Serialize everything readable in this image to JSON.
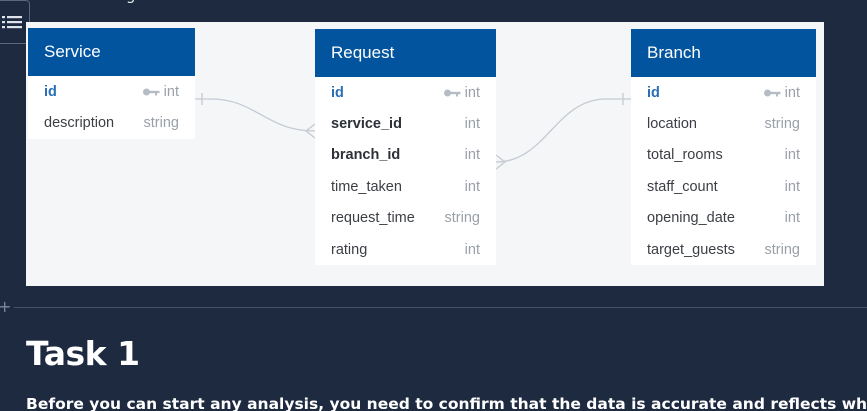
{
  "top_partial_text": "g",
  "toc_button": {
    "icon": "list-icon"
  },
  "diagram": {
    "tables": [
      {
        "name": "Service",
        "columns": [
          {
            "name": "id",
            "type": "int",
            "primary_key": true
          },
          {
            "name": "description",
            "type": "string"
          }
        ]
      },
      {
        "name": "Request",
        "columns": [
          {
            "name": "id",
            "type": "int",
            "primary_key": true
          },
          {
            "name": "service_id",
            "type": "int",
            "foreign_key": true
          },
          {
            "name": "branch_id",
            "type": "int",
            "foreign_key": true
          },
          {
            "name": "time_taken",
            "type": "int"
          },
          {
            "name": "request_time",
            "type": "string"
          },
          {
            "name": "rating",
            "type": "int"
          }
        ]
      },
      {
        "name": "Branch",
        "columns": [
          {
            "name": "id",
            "type": "int",
            "primary_key": true
          },
          {
            "name": "location",
            "type": "string"
          },
          {
            "name": "total_rooms",
            "type": "int"
          },
          {
            "name": "staff_count",
            "type": "int"
          },
          {
            "name": "opening_date",
            "type": "int"
          },
          {
            "name": "target_guests",
            "type": "string"
          }
        ]
      }
    ],
    "relationships": [
      {
        "from": "Service.id",
        "to": "Request.service_id",
        "type": "one-to-many"
      },
      {
        "from": "Branch.id",
        "to": "Request.branch_id",
        "type": "one-to-many"
      }
    ],
    "colors": {
      "header": "#03549e",
      "primary_key": "#2b6fb6",
      "type": "#9aa0a8",
      "connector": "#c5cbd2"
    }
  },
  "task": {
    "title": "Task 1",
    "paragraph": "Before you can start any analysis, you need to confirm that the data is accurate and reflects what you"
  }
}
